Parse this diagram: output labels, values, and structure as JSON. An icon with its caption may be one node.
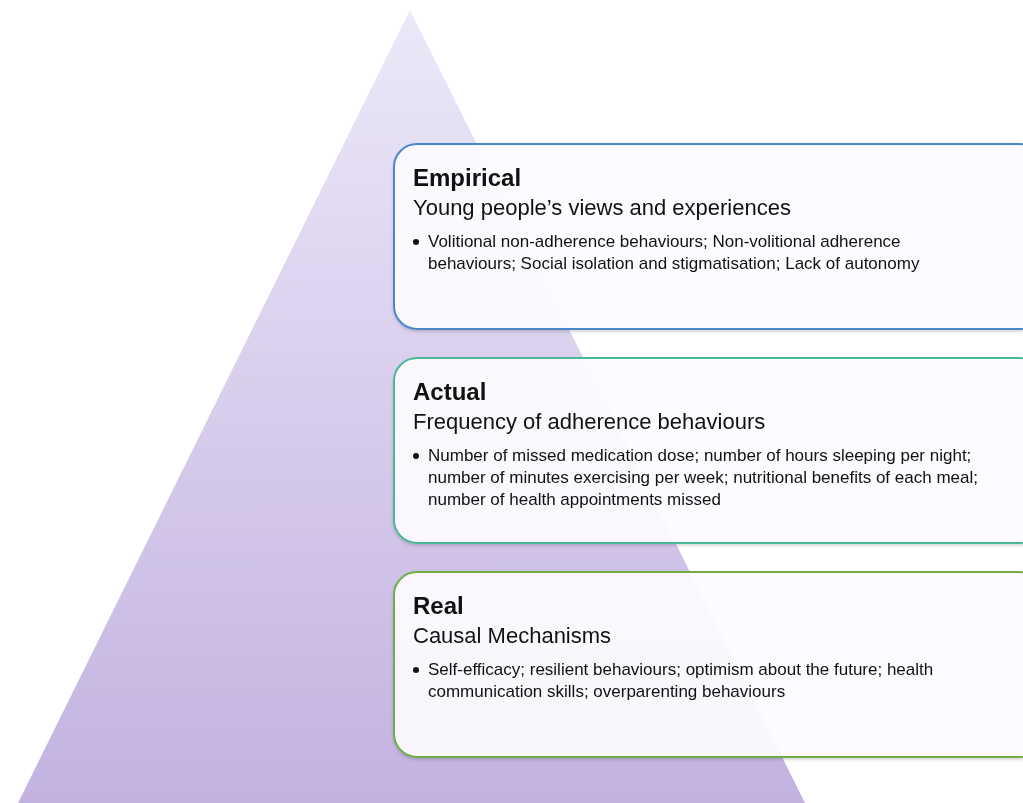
{
  "diagram": {
    "nodes": [
      {
        "text": [],
        "shape": "triangle"
      },
      {
        "text": [
          "Empirical",
          "Young people’s views and experiences",
          "Volitional non-adherence behaviours; Non-volitional adherence behaviours; Social isolation and stigmatisation; Lack of autonomy"
        ]
      },
      {
        "text": [
          "Actual",
          "Frequency of adherence behaviours",
          "Number of missed medication dose; number of hours sleeping per night; number of minutes exercising per week; nutritional benefits of each meal; number of health appointments missed"
        ]
      },
      {
        "text": [
          "Real",
          "Causal Mechanisms",
          "Self-efficacy; resilient behaviours; optimism about the future; health communication skills; overparenting behaviours"
        ]
      }
    ]
  }
}
